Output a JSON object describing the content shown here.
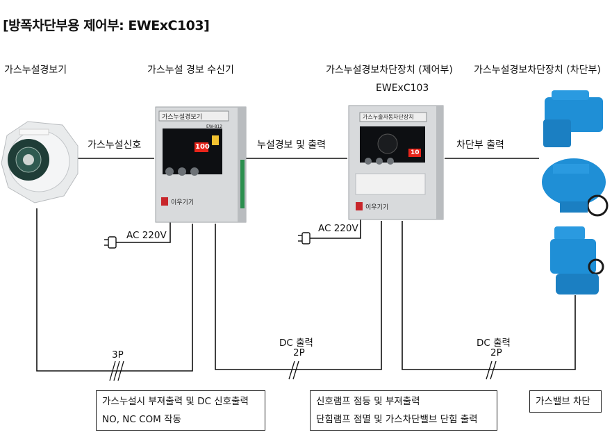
{
  "title": "[방폭차단부용 제어부: EWExC103]",
  "devices": {
    "detector": "가스누설경보기",
    "receiver": "가스누설 경보 수신기",
    "controller": "가스누설경보차단장치 (제어부)",
    "controller_model": "EWExC103",
    "actuator": "가스누설경보차단장치 (차단부)"
  },
  "receiver_panel": {
    "header": "가스누설경보기",
    "model": "EW-812",
    "display": "100",
    "brand": "이우기기"
  },
  "controller_panel": {
    "header": "가스누출자동차단장치",
    "display": "10",
    "brand": "이우기기"
  },
  "links": {
    "detector_to_receiver": "가스누설신호",
    "receiver_to_controller": "누설경보 및 출력",
    "controller_to_actuator": "차단부 출력"
  },
  "power": {
    "receiver": "AC 220V",
    "controller": "AC 220V"
  },
  "cables": {
    "detector_cable": "3P",
    "receiver_output": "DC 출력",
    "receiver_output_pins": "2P",
    "controller_output": "DC 출력",
    "controller_output_pins": "2P"
  },
  "notes": {
    "box1_line1": "가스누설시 부져출력 및 DC 신호출력",
    "box1_line2": "NO, NC COM 작동",
    "box2_line1": "신호램프 점등 및 부져출력",
    "box2_line2": "단힘램프 점멸 및 가스차단밸브 단힘 출력",
    "box3": "가스밸브 차단"
  },
  "colors": {
    "actuator_blue": "#1f8fd6",
    "panel_silver": "#d8dadc",
    "display_red": "#e8241a",
    "brand_red": "#c8262b"
  }
}
